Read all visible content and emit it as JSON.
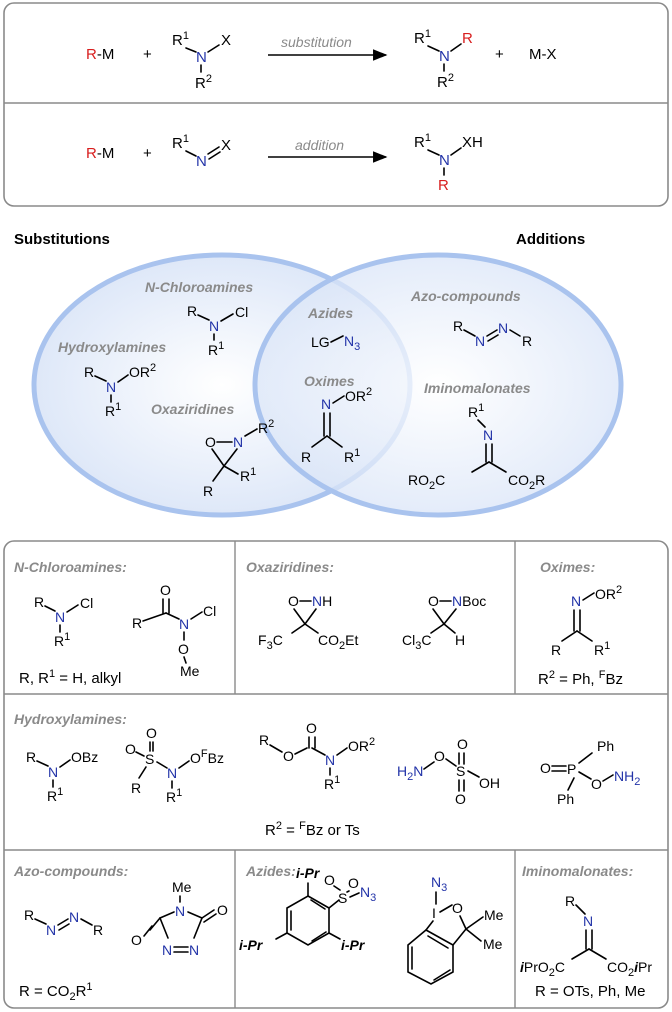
{
  "reactions": {
    "substitution": {
      "rm_r": "R",
      "rm_m": "-M",
      "plus1": "+",
      "sub_r1": "R",
      "sub_r1_sup": "1",
      "sub_n": "N",
      "sub_x": "X",
      "sub_r2": "R",
      "sub_r2_sup": "2",
      "arrow_label": "substitution",
      "prod_r1": "R",
      "prod_r1_sup": "1",
      "prod_n": "N",
      "prod_r": "R",
      "prod_r2": "R",
      "prod_r2_sup": "2",
      "plus2": "+",
      "byproduct": "M-X"
    },
    "addition": {
      "rm_r": "R",
      "rm_m": "-M",
      "plus1": "+",
      "sub_r1": "R",
      "sub_r1_sup": "1",
      "sub_n": "N",
      "sub_x": "X",
      "arrow_label": "addition",
      "prod_r1": "R",
      "prod_r1_sup": "1",
      "prod_n": "N",
      "prod_xh": "XH",
      "prod_r": "R"
    }
  },
  "venn": {
    "left_title": "Substitutions",
    "right_title": "Additions",
    "labels": {
      "n_chloroamines": "N-Chloroamines",
      "hydroxylamines": "Hydroxylamines",
      "oxaziridines": "Oxaziridines",
      "azides": "Azides",
      "oximes": "Oximes",
      "azo_compounds": "Azo-compounds",
      "iminomalonates": "Iminomalonates"
    }
  },
  "table": {
    "row1": {
      "n_chloroamines": {
        "title": "N-Chloroamines:",
        "note_a": "R, R",
        "note_sup": "1",
        "note_b": " = H, alkyl"
      },
      "oxaziridines": {
        "title": "Oxaziridines:"
      },
      "oximes": {
        "title": "Oximes:",
        "note_a": "R",
        "note_sup": "2",
        "note_b": " = Ph, ",
        "note_sup2": "F",
        "note_c": "Bz"
      }
    },
    "row2": {
      "hydroxylamines": {
        "title": "Hydroxylamines:",
        "note_a": "R",
        "note_sup": "2",
        "note_b": " = ",
        "note_sup2": "F",
        "note_c": "Bz or Ts"
      }
    },
    "row3": {
      "azo_compounds": {
        "title": "Azo-compounds:",
        "note_a": "R = CO",
        "note_sub": "2",
        "note_b": "R",
        "note_sup": "1"
      },
      "azides": {
        "title": "Azides:"
      },
      "iminomalonates": {
        "title": "Iminomalonates:",
        "note": "R = OTs, Ph, Me"
      }
    }
  },
  "colors": {
    "r_group": "#d81e1e",
    "nitrogen": "#2233a8",
    "label_grey": "#8a8a8a",
    "venn_fill": "#d6e3f8",
    "venn_edge": "#a9c3ee"
  }
}
